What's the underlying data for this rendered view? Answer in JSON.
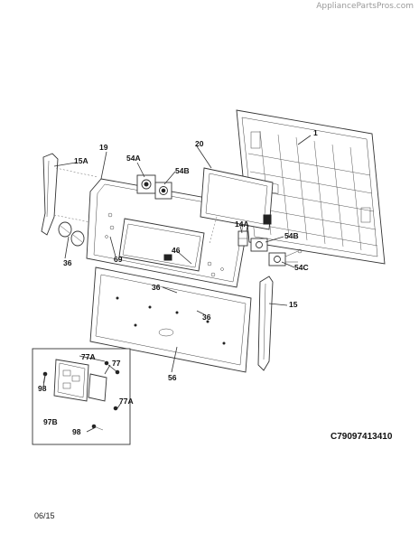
{
  "watermark": "AppliancePartsPros.com",
  "drawing_code": "C79097413410",
  "date": "06/15",
  "labels": {
    "p1": "1",
    "p15A": "15A",
    "p19": "19",
    "p20": "20",
    "p54A": "54A",
    "p54B_top": "54B",
    "p14A": "14A",
    "p54B_right": "54B",
    "p54C": "54C",
    "p36_left": "36",
    "p69": "69",
    "p46": "46",
    "p36_mid": "36",
    "p36_right": "36",
    "p15": "15",
    "p56": "56",
    "p77A_top": "77A",
    "p77": "77",
    "p98_top": "98",
    "p97B": "97B",
    "p77A_bottom": "77A",
    "p98_bottom": "98"
  }
}
